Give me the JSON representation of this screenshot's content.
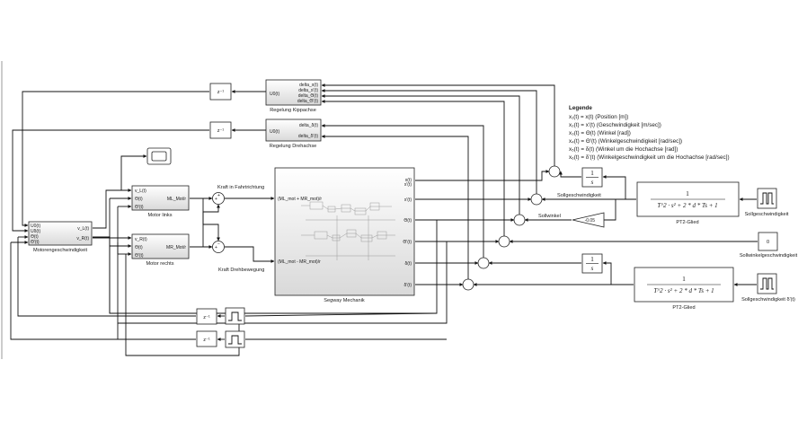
{
  "blocks": {
    "regelung_kipp": {
      "title": "Regelung Kippachse",
      "in": "U0(t)",
      "outs": [
        "delta_x(t)",
        "delta_x'(t)",
        "delta_Θ(t)",
        "delta_Θ'(t)"
      ]
    },
    "regelung_dreh": {
      "title": "Regelung Drehachse",
      "in": "U0(t)",
      "outs": [
        "delta_δ(t)",
        "delta_δ'(t)"
      ]
    },
    "delay": "z⁻¹",
    "motorgeschw": {
      "title": "Motorengeschwindigkeit",
      "ins": [
        "U0(t)",
        "Uδ(t)",
        "Θ(t)",
        "Θ'(t)"
      ],
      "outs": [
        "v_L(t)",
        "v_R(t)"
      ]
    },
    "motor_links": {
      "title": "Motor links",
      "ins": [
        "v_L(t)",
        "Θ(t)",
        "Θ'(t)"
      ],
      "out": "ML_Mot/r"
    },
    "motor_rechts": {
      "title": "Motor rechts",
      "ins": [
        "v_R(t)",
        "Θ(t)",
        "Θ'(t)"
      ],
      "out": "MR_Mot/r"
    },
    "segway": {
      "title": "Segway Mechanik",
      "in1": "(ML_mot + MR_mot)/r",
      "in2": "(ML_mot - MR_mot)/r",
      "outs": [
        "x(t)",
        "x'(t)",
        "x'(t)",
        "Θ(t)",
        "Θ'(t)",
        "δ(t)",
        "δ'(t)"
      ]
    },
    "kraft_fahrt": "Kraft in Fahrtrichtung",
    "kraft_dreh": "Kraft Drehbewegung",
    "integrator": {
      "num": "1",
      "den": "s"
    },
    "pt2_upper": {
      "num": "1",
      "den": "T^2 · s² + 2 * d * Ts + 1",
      "title": "PT2-Glied"
    },
    "pt2_lower": {
      "num": "1",
      "den": "T^2 · s² + 2 * d * Ts + 1",
      "title": "PT2-Glied"
    },
    "gain": "-0.05",
    "const_zero": "0",
    "labels": {
      "sollgeschwindigkeit_signal": "Sollgeschwindigkeit",
      "sollwinkel": "Sollwinkel",
      "sollgeschwindigkeit_source": "Sollgeschwindigkeit",
      "sollwinkelgeschwindigkeit": "Sollwinkelgeschwindigkeit",
      "sollgeschwindigkeit_delta": "Sollgeschwindigkeit δ'(t)"
    }
  },
  "legend": {
    "title": "Legende",
    "lines": [
      "x₁(t) = x(t) (Position [m])",
      "x₂(t) = x'(t) (Geschwindigkeit [m/sec])",
      "x₃(t) = Θ(t) (Winkel [rad])",
      "x₄(t) = Θ'(t) (Winkelgeschwindigkeit [rad/sec])",
      "x₅(t) = δ(t) (Winkel um die Hochachse [rad])",
      "x₆(t) = δ'(t) (Winkelgeschwindigkeit um die Hochachse [rad/sec])"
    ]
  }
}
